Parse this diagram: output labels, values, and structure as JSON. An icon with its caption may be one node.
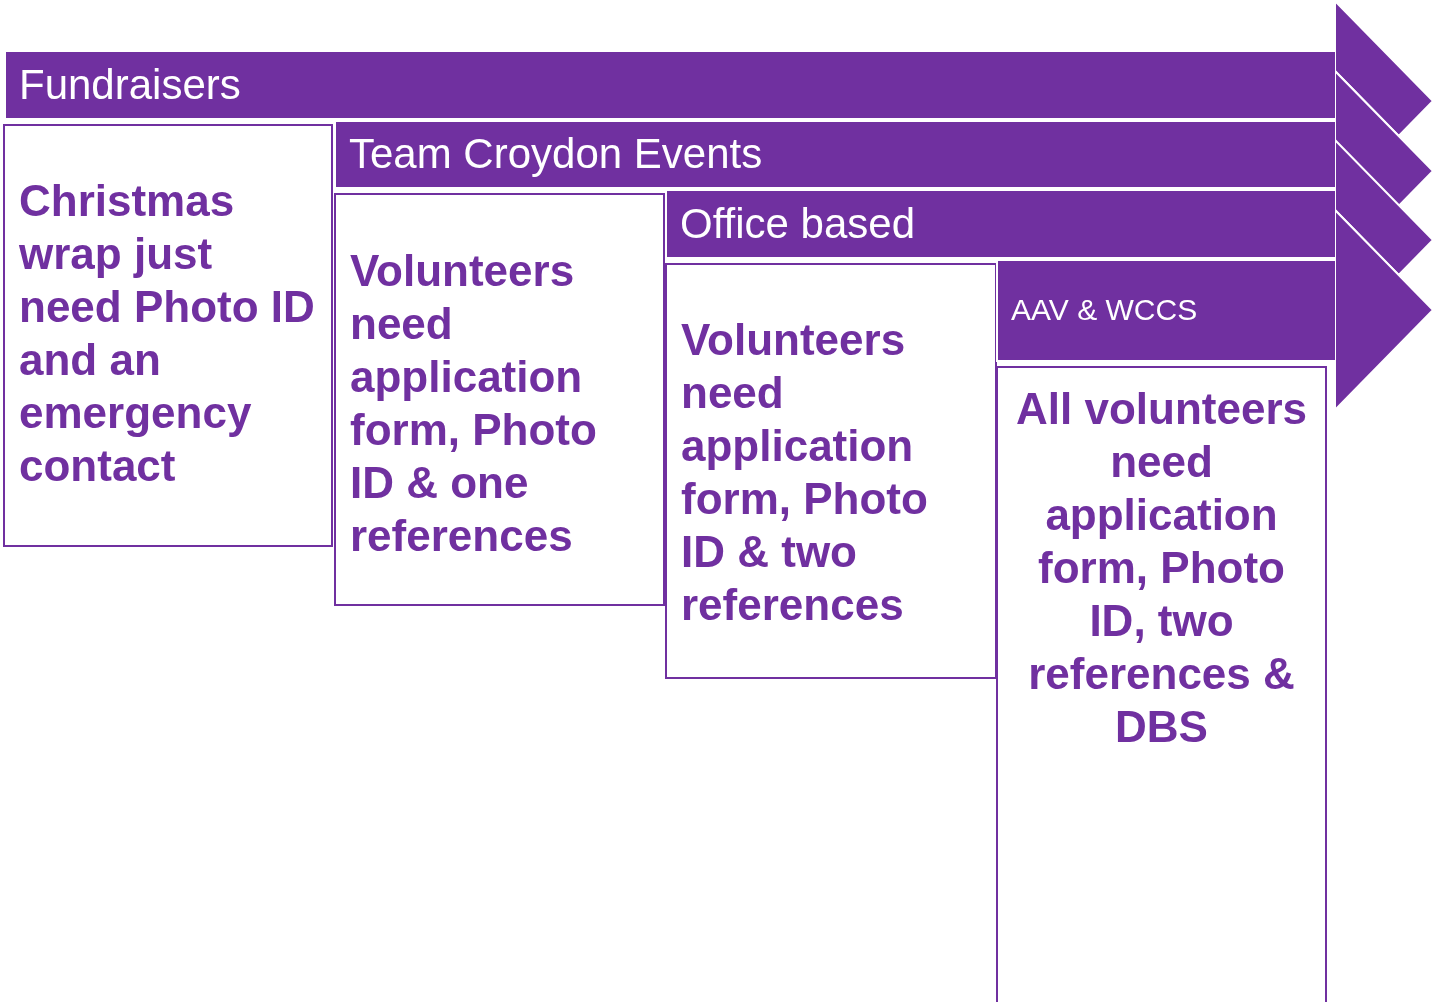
{
  "diagram": {
    "nodes": [
      {
        "text": [
          "Fundraisers"
        ]
      },
      {
        "text": [
          "Christmas wrap just need Photo ID and an emergency contact"
        ]
      },
      {
        "text": [
          "Team Croydon Events"
        ]
      },
      {
        "text": [
          "Volunteers need application form, Photo ID & one references"
        ]
      },
      {
        "text": [
          "Office based"
        ]
      },
      {
        "text": [
          "Volunteers need application form, Photo ID & two references"
        ]
      },
      {
        "text": [
          "AAV & WCCS"
        ]
      },
      {
        "text": [
          "All volunteers need application form, Photo ID, two references & DBS"
        ]
      }
    ]
  }
}
